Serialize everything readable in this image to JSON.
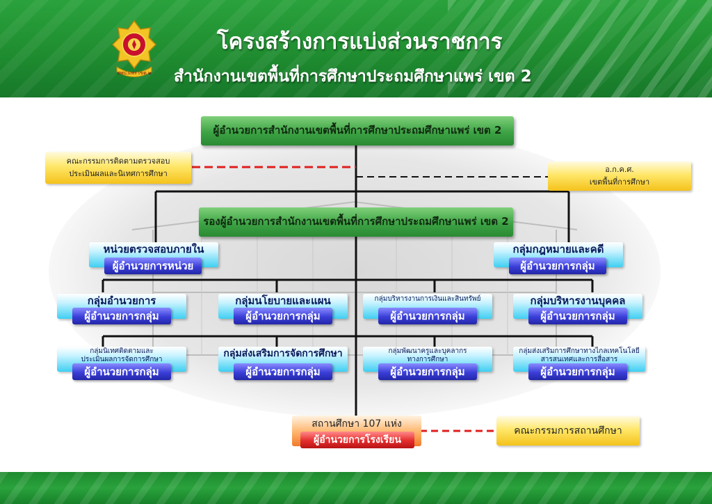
{
  "header": {
    "title": "โครงสร้างการแบ่งส่วนราชการ",
    "subtitle": "สำนักงานเขตพื้นที่การศึกษาประถมศึกษาแพร่ เขต 2",
    "logo_text": "สพป.แพร่ เขต ๒"
  },
  "director": "ผู้อำนวยการสำนักงานเขตพื้นที่การศึกษาประถมศึกษาแพร่ เขต 2",
  "deputy": "รองผู้อำนวยการสำนักงานเขตพื้นที่การศึกษาประถมศึกษาแพร่ เขต 2",
  "committee_left": {
    "line1": "คณะกรรมการติดตามตรวจสอบ",
    "line2": "ประเมินผลและนิเทศการศึกษา"
  },
  "committee_right": {
    "line1": "อ.ก.ค.ศ.",
    "line2": "เขตพื้นที่การศึกษา"
  },
  "units": {
    "audit": {
      "name": "หน่วยตรวจสอบภายใน",
      "head": "ผู้อำนวยการหน่วย"
    },
    "legal": {
      "name": "กลุ่มกฎหมายและคดี",
      "head": "ผู้อำนวยการกลุ่ม"
    },
    "admin": {
      "name": "กลุ่มอำนวยการ",
      "head": "ผู้อำนวยการกลุ่ม"
    },
    "policy": {
      "name": "กลุ่มนโยบายและแผน",
      "head": "ผู้อำนวยการกลุ่ม"
    },
    "finance": {
      "name": "กลุ่มบริหารงานการเงินและสินทรัพย์",
      "head": "ผู้อำนวยการกลุ่ม"
    },
    "personnel": {
      "name": "กลุ่มบริหารงานบุคคล",
      "head": "ผู้อำนวยการกลุ่ม"
    },
    "supervision": {
      "line1": "กลุ่มนิเทศติดตามและ",
      "line2": "ประเมินผลการจัดการศึกษา",
      "head": "ผู้อำนวยการกลุ่ม"
    },
    "promotion": {
      "name": "กลุ่มส่งเสริมการจัดการศึกษา",
      "head": "ผู้อำนวยการกลุ่ม"
    },
    "teacher_dev": {
      "line1": "กลุ่มพัฒนาครูและบุคลากร",
      "line2": "ทางการศึกษา",
      "head": "ผู้อำนวยการกลุ่ม"
    },
    "ict": {
      "line1": "กลุ่มส่งเสริมการศึกษาทางไกลเทคโนโลยี",
      "line2": "สารสนเทศและการสื่อสาร",
      "head": "ผู้อำนวยการกลุ่ม"
    }
  },
  "schools": {
    "name": "สถานศึกษา 107  แห่ง",
    "head": "ผู้อำนวยการโรงเรียน"
  },
  "school_committee": "คณะกรรมการสถานศึกษา",
  "colors": {
    "header_green": "#2aa23c",
    "connector_red": "#e01e1e",
    "connector": "#111111"
  }
}
